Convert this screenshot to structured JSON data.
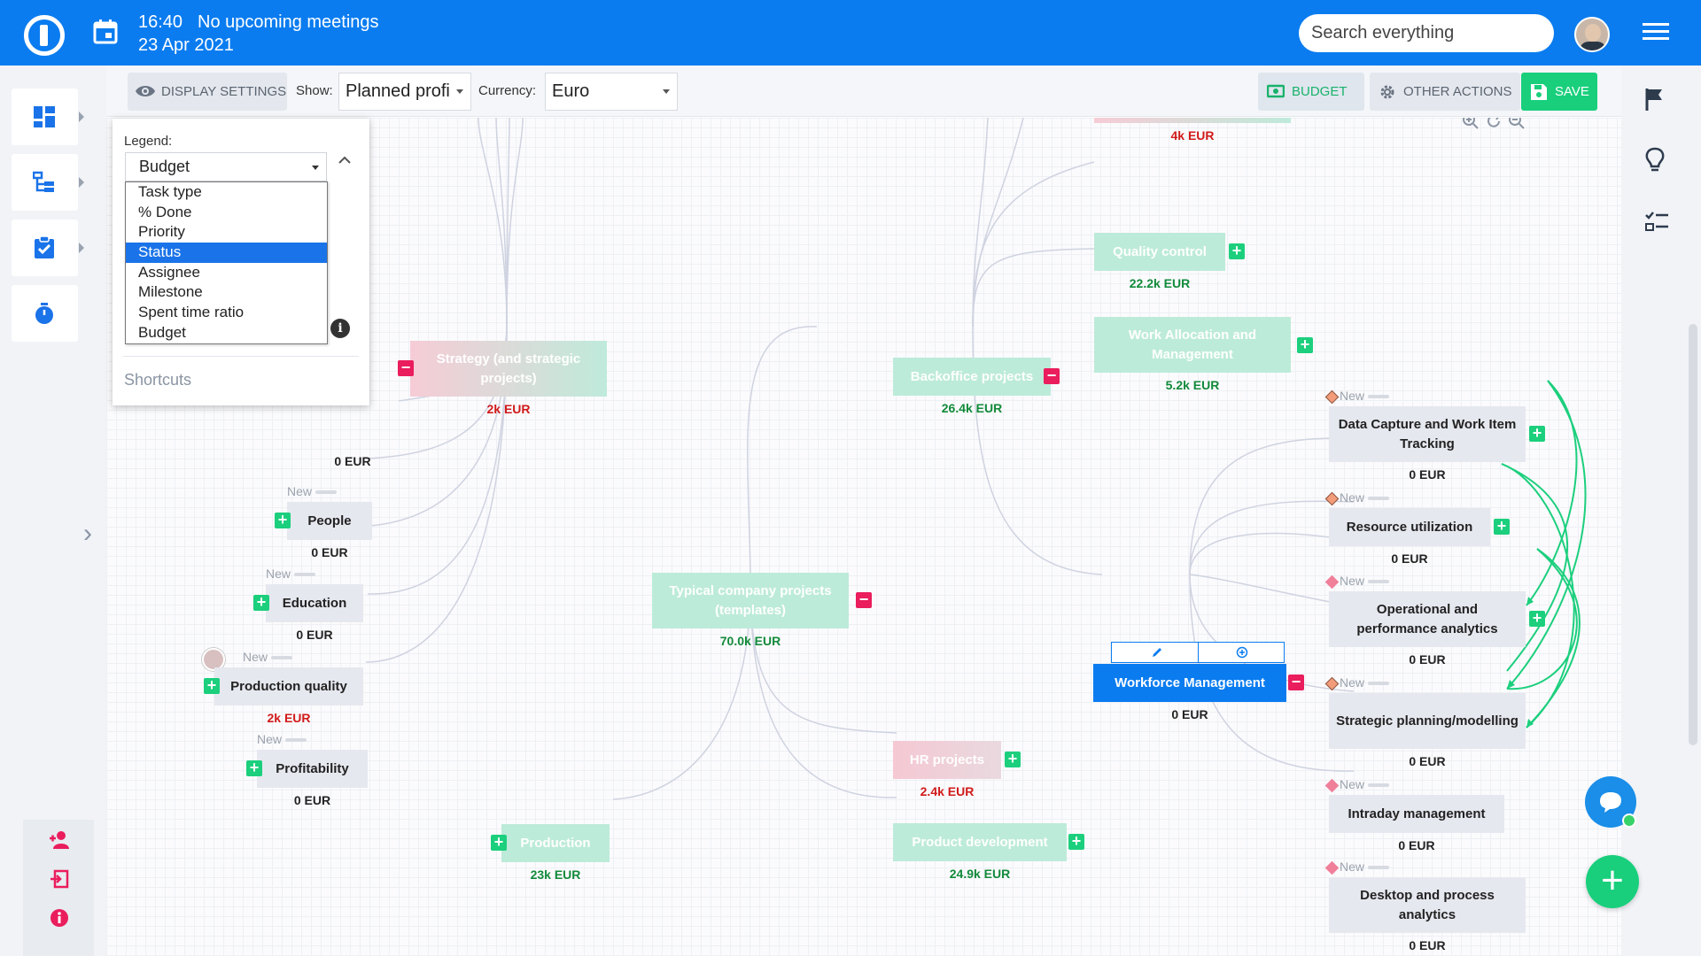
{
  "header": {
    "time": "16:40",
    "meetings": "No upcoming meetings",
    "date": "23 Apr 2021",
    "search_placeholder": "Search everything"
  },
  "toolbar": {
    "display_settings": "DISPLAY SETTINGS",
    "show_label": "Show:",
    "show_value": "Planned profi",
    "currency_label": "Currency:",
    "currency_value": "Euro",
    "budget": "BUDGET",
    "other_actions": "OTHER ACTIONS",
    "save": "SAVE"
  },
  "legend": {
    "label": "Legend:",
    "selected": "Budget",
    "options": [
      "Task type",
      "% Done",
      "Priority",
      "Status",
      "Assignee",
      "Milestone",
      "Spent time ratio",
      "Budget"
    ],
    "highlighted_option": "Status",
    "shortcuts": "Shortcuts"
  },
  "nodes": {
    "root": {
      "title": "Typical company projects (templates)",
      "budget": "70.0k EUR"
    },
    "strategy": {
      "title": "Strategy (and strategic projects)",
      "budget": "2k EUR"
    },
    "backoffice": {
      "title": "Backoffice projects",
      "budget": "26.4k EUR"
    },
    "top_hidden": {
      "budget": "4k EUR"
    },
    "quality": {
      "title": "Quality control",
      "budget": "22.2k EUR"
    },
    "work_alloc": {
      "title": "Work Allocation and Management",
      "budget": "5.2k EUR"
    },
    "hr": {
      "title": "HR projects",
      "budget": "2.4k EUR"
    },
    "product_dev": {
      "title": "Product development",
      "budget": "24.9k EUR"
    },
    "production": {
      "title": "Production",
      "budget": "23k EUR"
    },
    "hidden_left": {
      "budget": "0 EUR"
    },
    "people": {
      "status": "New",
      "title": "People",
      "budget": "0 EUR"
    },
    "education": {
      "status": "New",
      "title": "Education",
      "budget": "0 EUR"
    },
    "prod_quality": {
      "status": "New",
      "title": "Production quality",
      "budget": "2k EUR"
    },
    "profitability": {
      "status": "New",
      "title": "Profitability",
      "budget": "0 EUR"
    },
    "workforce": {
      "title": "Workforce Management",
      "budget": "0 EUR"
    },
    "data_capture": {
      "status": "New",
      "title": "Data Capture and Work Item Tracking",
      "budget": "0 EUR"
    },
    "resource_util": {
      "status": "New",
      "title": "Resource utilization",
      "budget": "0 EUR"
    },
    "operational": {
      "status": "New",
      "title": "Operational and performance analytics",
      "budget": "0 EUR"
    },
    "strategic_planning": {
      "status": "New",
      "title": "Strategic planning/modelling",
      "budget": "0 EUR"
    },
    "intraday": {
      "status": "New",
      "title": "Intraday management",
      "budget": "0 EUR"
    },
    "desktop": {
      "status": "New",
      "title": "Desktop and process analytics",
      "budget": "0 EUR"
    }
  },
  "colors": {
    "brand": "#0a7cf0",
    "add": "#1ccf7d",
    "remove": "#ea1d5d",
    "positive_budget": "#128a3a",
    "negative_budget": "#d11a1a"
  },
  "icons": [
    "logo-icon",
    "calendar-icon",
    "menu-icon",
    "eye-icon",
    "budget-icon",
    "gear-icon",
    "save-icon",
    "dashboard-icon",
    "tree-icon",
    "clipboard-icon",
    "timer-icon",
    "flag-icon",
    "bulb-icon",
    "checklist-icon",
    "add-user-icon",
    "logout-icon",
    "info-icon",
    "zoom-in-icon",
    "refresh-icon",
    "zoom-out-icon",
    "chat-icon",
    "plus-icon",
    "pencil-icon",
    "target-icon"
  ]
}
